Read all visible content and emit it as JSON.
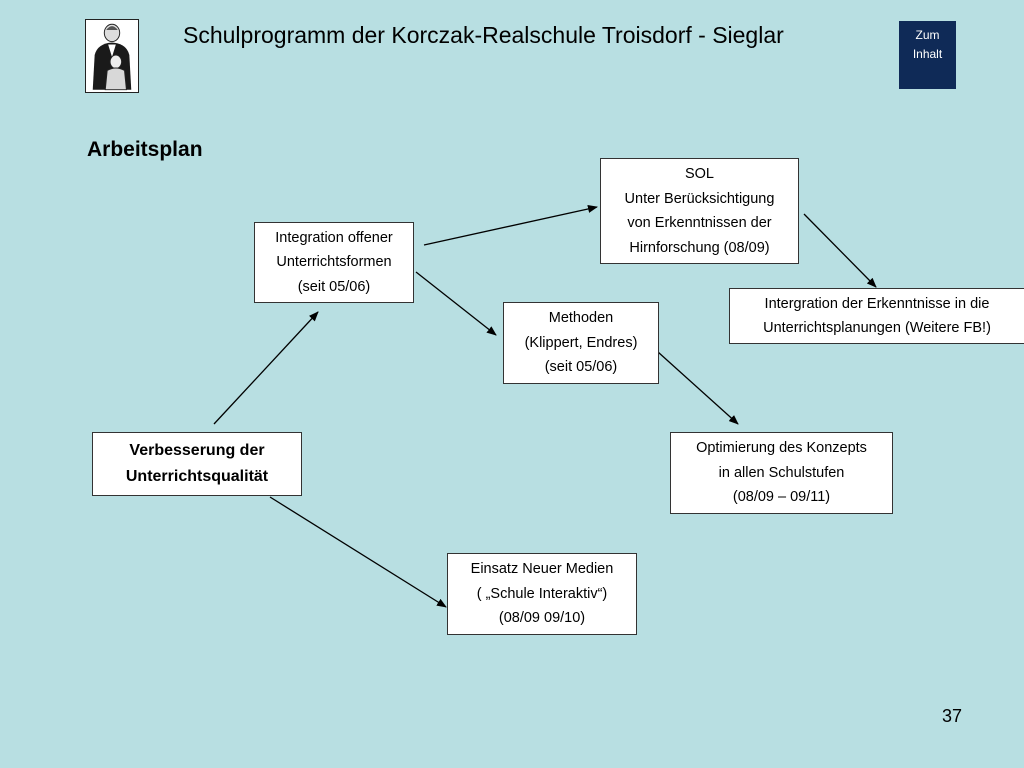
{
  "header": {
    "title": "Schulprogramm der Korczak-Realschule Troisdorf - Sieglar",
    "nav_button": {
      "line1": "Zum",
      "line2": "Inhalt"
    }
  },
  "heading": "Arbeitsplan",
  "boxes": {
    "verbesserung": {
      "line1": "Verbesserung der",
      "line2": "Unterrichtsqualität"
    },
    "integration": {
      "line1": "Integration offener",
      "line2": "Unterrichtsformen",
      "line3": "(seit 05/06)"
    },
    "sol": {
      "line1": "SOL",
      "line2": "Unter Berücksichtigung",
      "line3": "von Erkenntnissen der",
      "line4": "Hirnforschung (08/09)"
    },
    "intergration_fb": {
      "line1": "Intergration der Erkenntnisse in die",
      "line2": "Unterrichtsplanungen (Weitere FB!)"
    },
    "methoden": {
      "line1": "Methoden",
      "line2": "(Klippert, Endres)",
      "line3": "(seit 05/06)"
    },
    "optimierung": {
      "line1": "Optimierung des Konzepts",
      "line2": "in allen Schulstufen",
      "line3": "(08/09 – 09/11)"
    },
    "medien": {
      "line1": "Einsatz Neuer Medien",
      "line2": "( „Schule Interaktiv“)",
      "line3": "(08/09 09/10)"
    }
  },
  "page_number": "37"
}
